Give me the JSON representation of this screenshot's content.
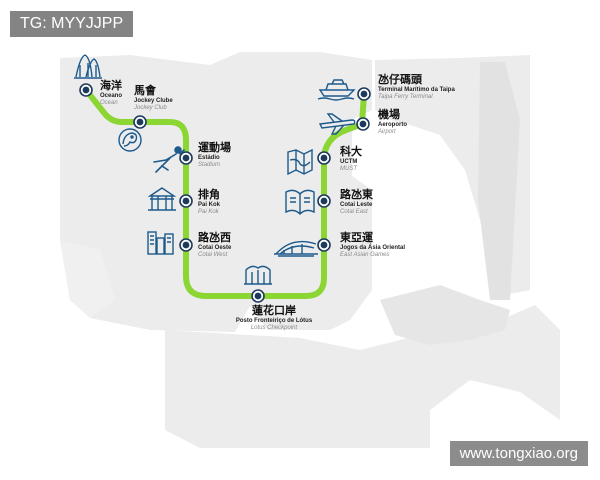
{
  "watermark_top_left": "TG: MYYJJPP",
  "watermark_bottom_right": "www.tongxiao.org",
  "colors": {
    "line": "#8bd633",
    "line_dark": "#6bbf1f",
    "station_fill": "#1d3a5c",
    "land": "#ececec",
    "water": "#ffffff",
    "icon_blue": "#1d5a8c",
    "icon_teal": "#2a8a8a"
  },
  "stations": [
    {
      "id": "oceano",
      "zh": "海洋",
      "pt": "Oceano",
      "en": "Ocean",
      "icon": "ocean-towers-icon"
    },
    {
      "id": "jockey",
      "zh": "馬會",
      "pt": "Jockey Clube",
      "en": "Jockey Club",
      "icon": "horse-icon"
    },
    {
      "id": "estadio",
      "zh": "運動場",
      "pt": "Estádio",
      "en": "Stadium",
      "icon": "athlete-icon"
    },
    {
      "id": "paikok",
      "zh": "排角",
      "pt": "Pai Kok",
      "en": "Pai Kok",
      "icon": "temple-icon"
    },
    {
      "id": "cotaioeste",
      "zh": "路氹西",
      "pt": "Cotai Oeste",
      "en": "Cotai West",
      "icon": "buildings-icon"
    },
    {
      "id": "lotus",
      "zh": "蓮花口岸",
      "pt": "Posto Fronteiriço de Lótus",
      "en": "Lotus Checkpoint",
      "icon": "checkpoint-icon"
    },
    {
      "id": "jogos",
      "zh": "東亞運",
      "pt": "Jogos da Ásia Oriental",
      "en": "East Asian Games",
      "icon": "dome-icon"
    },
    {
      "id": "cotaileste",
      "zh": "路氹東",
      "pt": "Cotai Leste",
      "en": "Cotai East",
      "icon": "book-icon"
    },
    {
      "id": "uctm",
      "zh": "科大",
      "pt": "UCTM",
      "en": "MUST",
      "icon": "map-icon"
    },
    {
      "id": "aeroporto",
      "zh": "機場",
      "pt": "Aeroporto",
      "en": "Airport",
      "icon": "airplane-icon"
    },
    {
      "id": "terminal",
      "zh": "氹仔碼頭",
      "pt": "Terminal Marítimo da Taipa",
      "en": "Taipa Ferry Terminal",
      "icon": "ferry-icon"
    }
  ]
}
